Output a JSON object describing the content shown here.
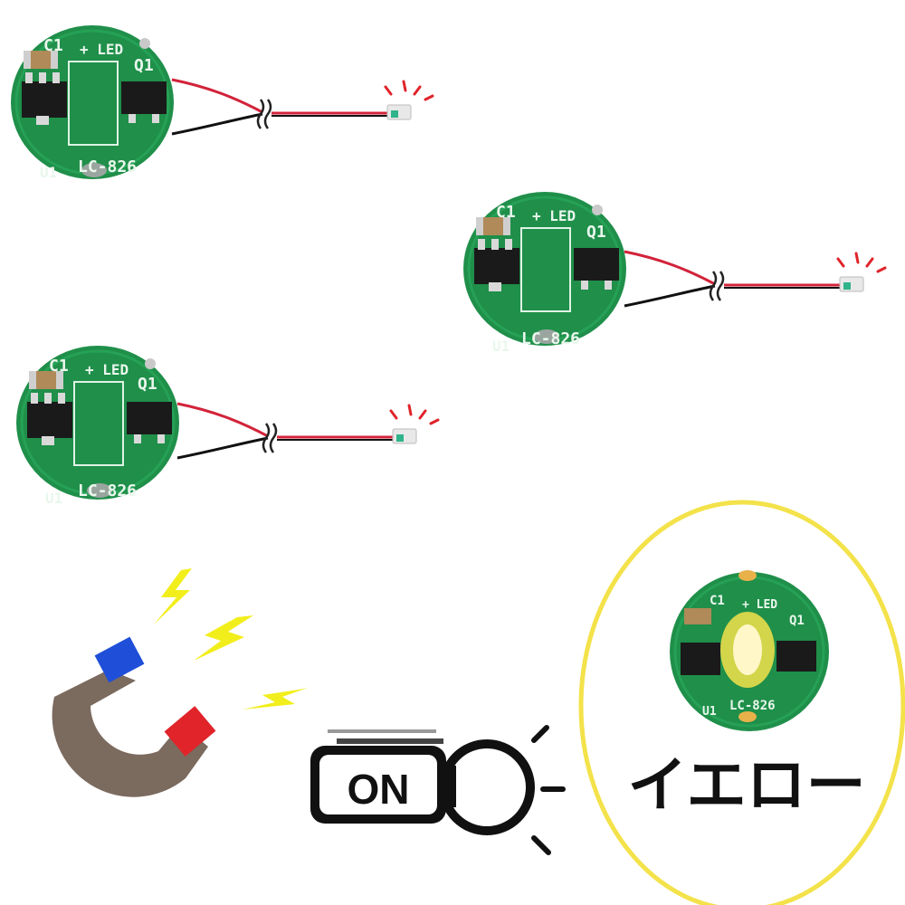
{
  "board": {
    "silk_c1": "C1",
    "silk_plus_led": "+ LED",
    "silk_q1": "Q1",
    "silk_u1": "U1",
    "silk_model": "LC-826"
  },
  "switch": {
    "on_label": "ON"
  },
  "result": {
    "color_label": "イエロー"
  },
  "colors": {
    "pcb_green": "#1f8f4a",
    "glow_yellow": "#f3e24a",
    "magnet_body": "#7b6a5e",
    "magnet_red": "#e0242a",
    "magnet_blue": "#1f4fd8",
    "spark_yellow": "#f2ee1c"
  }
}
